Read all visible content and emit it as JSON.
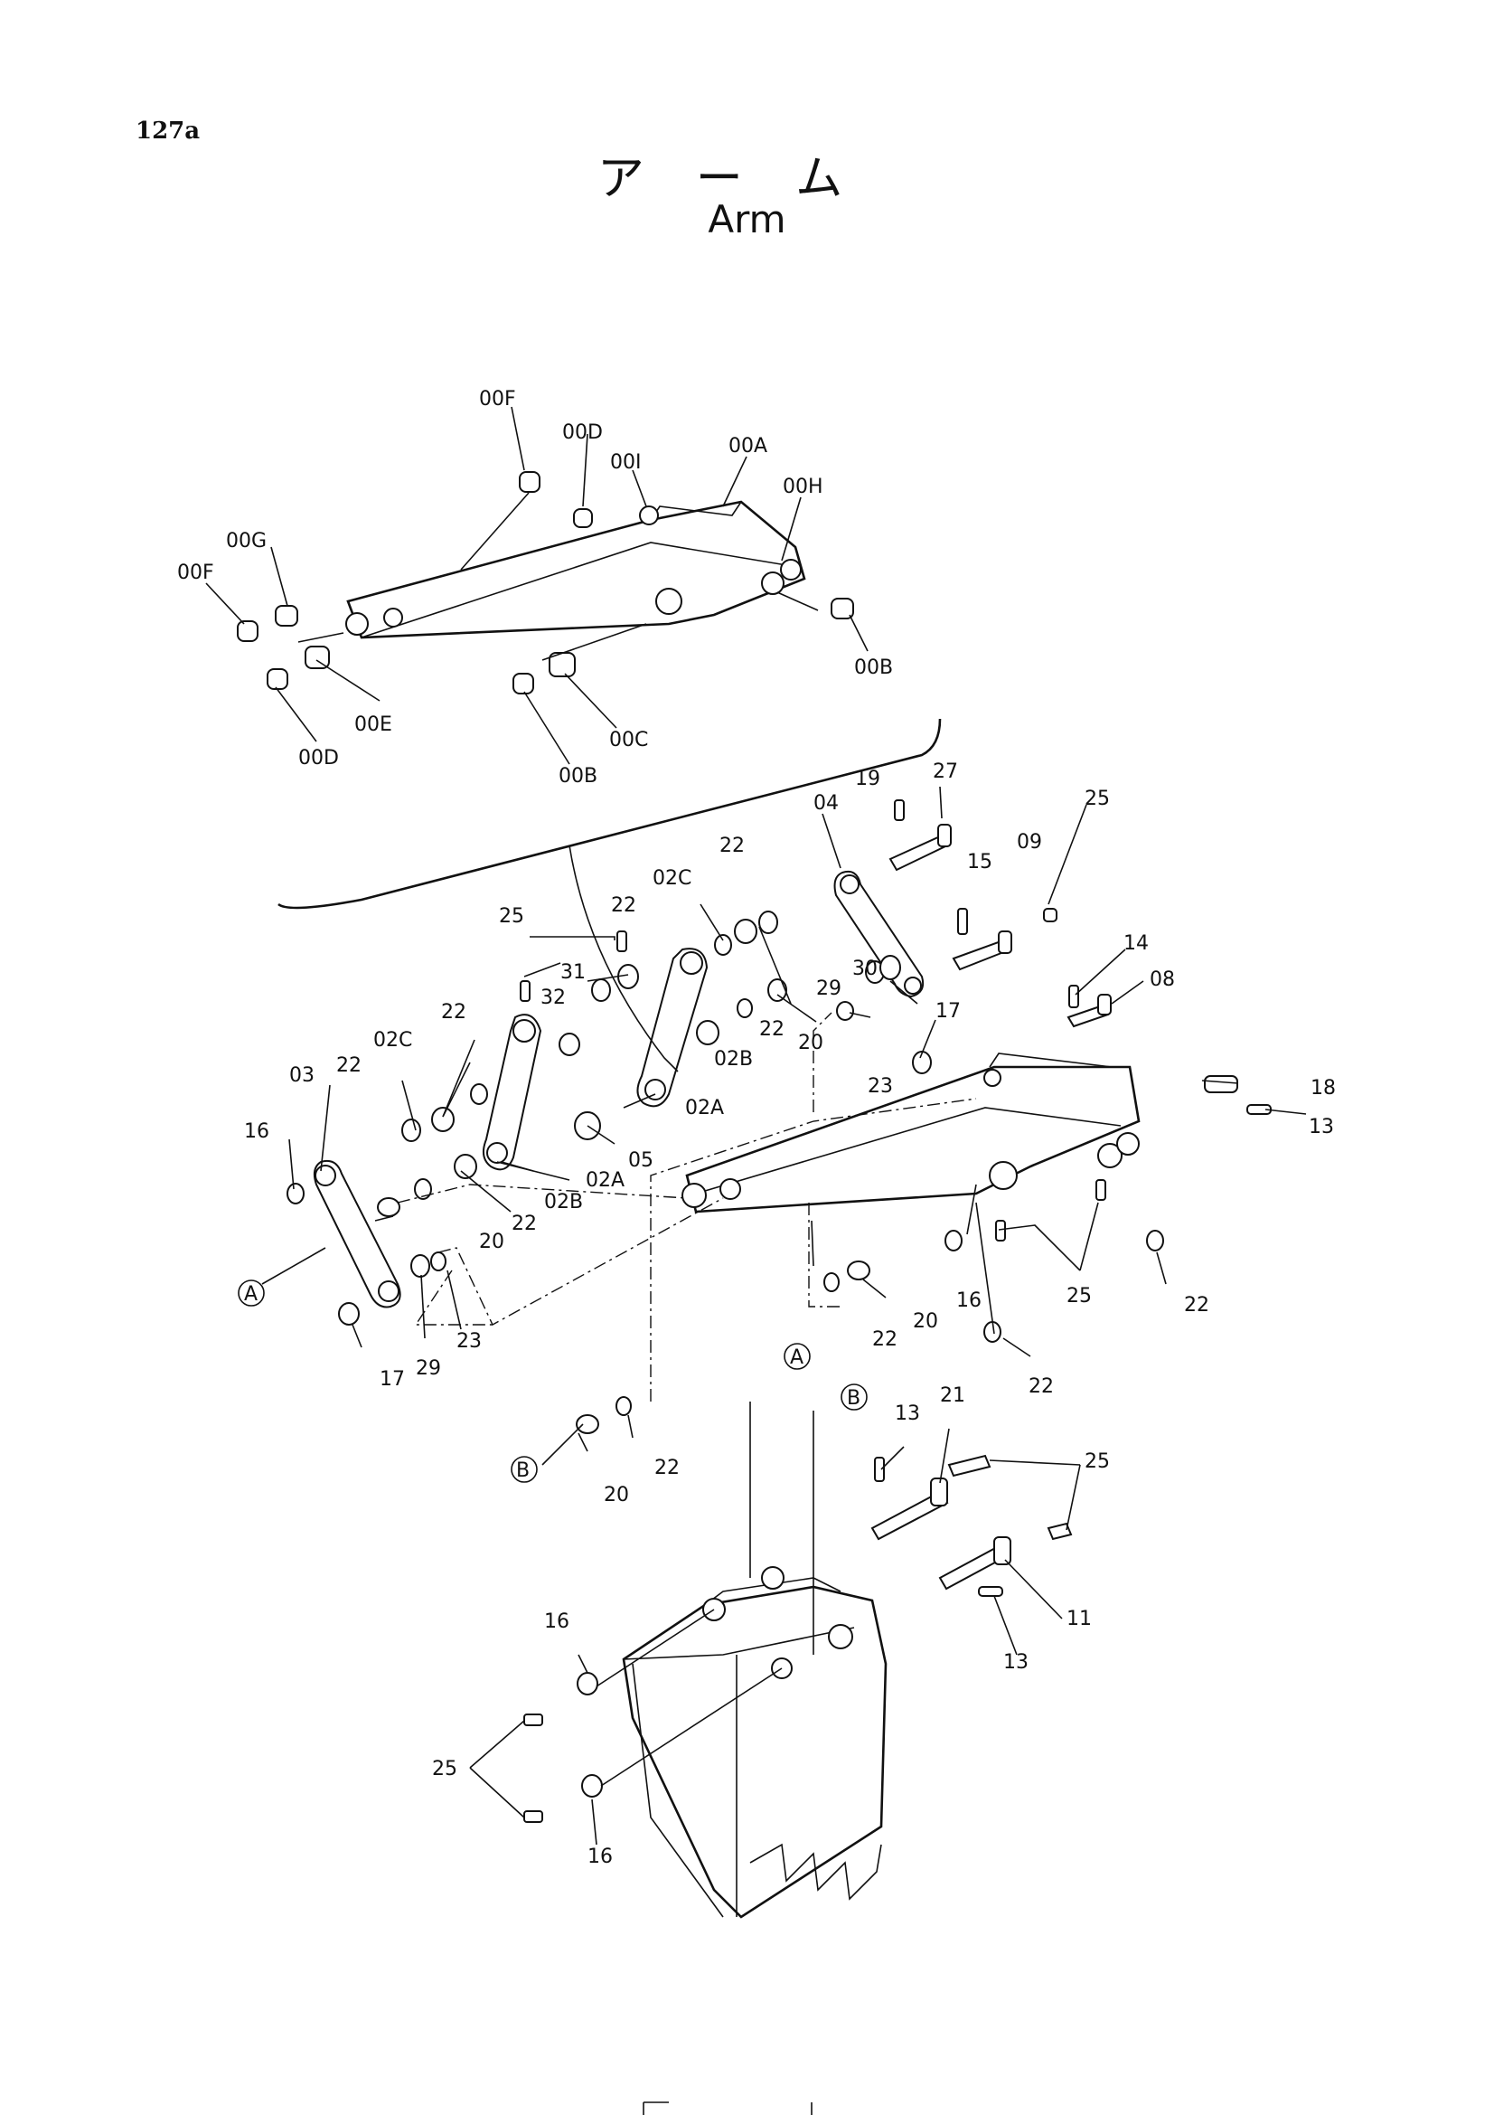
{
  "page_number": "127a",
  "title_ja": "アーム",
  "title_en": "Arm",
  "labels": {
    "l00F_a": "00F",
    "l00D_a": "00D",
    "l00I": "00I",
    "l00A": "00A",
    "l00H": "00H",
    "l00G": "00G",
    "l00F_b": "00F",
    "l00B_a": "00B",
    "l00E": "00E",
    "l00D_b": "00D",
    "l00C": "00C",
    "l00B_b": "00B",
    "l19": "19",
    "l27": "27",
    "l04": "04",
    "l25_a": "25",
    "l22_a": "22",
    "l02C_a": "02C",
    "l15": "15",
    "l09": "09",
    "l22_b": "22",
    "l25_b": "25",
    "l31": "31",
    "l32": "32",
    "l29_a": "29",
    "l30": "30",
    "l14": "14",
    "l08": "08",
    "l22_c": "22",
    "l02C_b": "02C",
    "l22_d": "22",
    "l20_a": "20",
    "l02B_a": "02B",
    "l17_a": "17",
    "l23_a": "23",
    "l03": "03",
    "l02A_a": "02A",
    "l22_e": "22",
    "l16_a": "16",
    "l05": "05",
    "l02A_b": "02A",
    "l02B_b": "02B",
    "l18": "18",
    "l13_a": "13",
    "l22_f": "22",
    "l20_b": "20",
    "lA_a": "A",
    "l23_b": "23",
    "l29_b": "29",
    "l17_b": "17",
    "l16_b": "16",
    "l25_c": "25",
    "l22_g": "22",
    "l20_c": "20",
    "l22_h": "22",
    "l22_i": "22",
    "lB_a": "B",
    "l20_d": "20",
    "l22_j": "22",
    "lA_b": "A",
    "lB_b": "B",
    "l13_b": "13",
    "l21": "21",
    "l25_d": "25",
    "l11": "11",
    "l13_c": "13",
    "l16_c": "16",
    "l25_e": "25",
    "l16_d": "16"
  }
}
